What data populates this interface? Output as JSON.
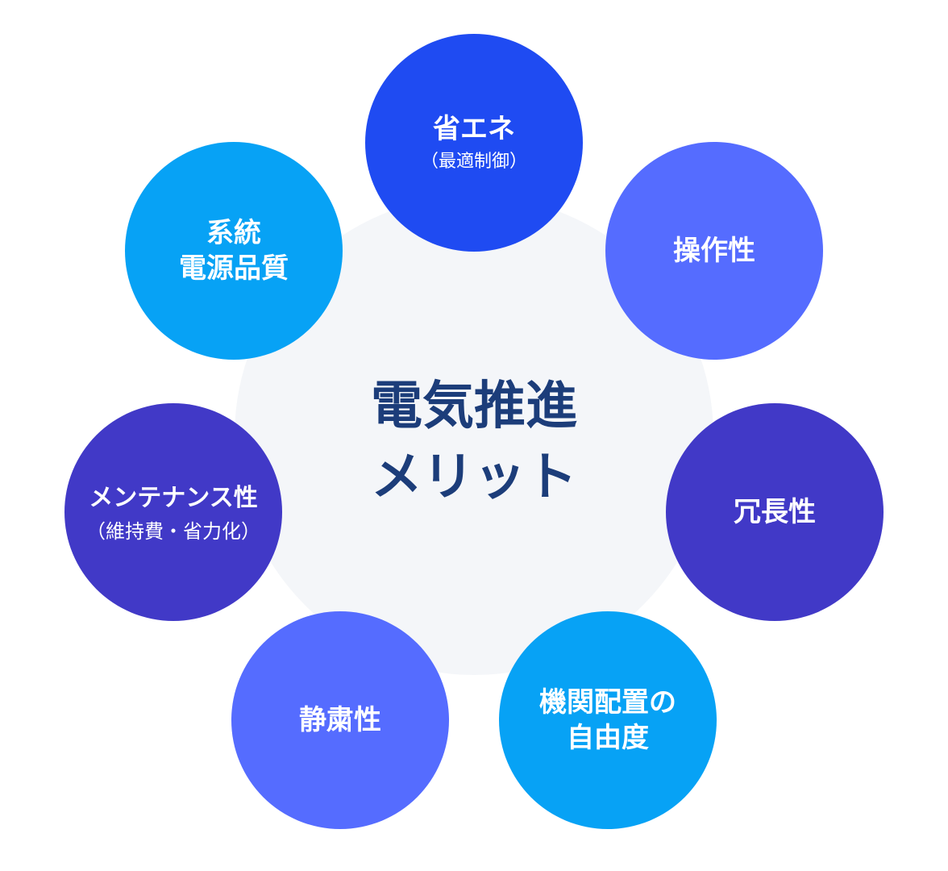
{
  "center": {
    "line1": "電気推進",
    "line2": "メリット"
  },
  "nodes": [
    {
      "lines": [
        "省エネ"
      ],
      "sub": "（最適制御）",
      "color": "#1f4bf2"
    },
    {
      "lines": [
        "操作性"
      ],
      "sub": "",
      "color": "#556cff"
    },
    {
      "lines": [
        "冗長性"
      ],
      "sub": "",
      "color": "#4139c7"
    },
    {
      "lines": [
        "機関配置の",
        "自由度"
      ],
      "sub": "",
      "color": "#07a2f5"
    },
    {
      "lines": [
        "静粛性"
      ],
      "sub": "",
      "color": "#556cff"
    },
    {
      "lines": [
        "メンテナンス性"
      ],
      "sub": "（維持費・省力化）",
      "color": "#4139c7"
    },
    {
      "lines": [
        "系統",
        "電源品質"
      ],
      "sub": "",
      "color": "#07a2f5"
    }
  ]
}
